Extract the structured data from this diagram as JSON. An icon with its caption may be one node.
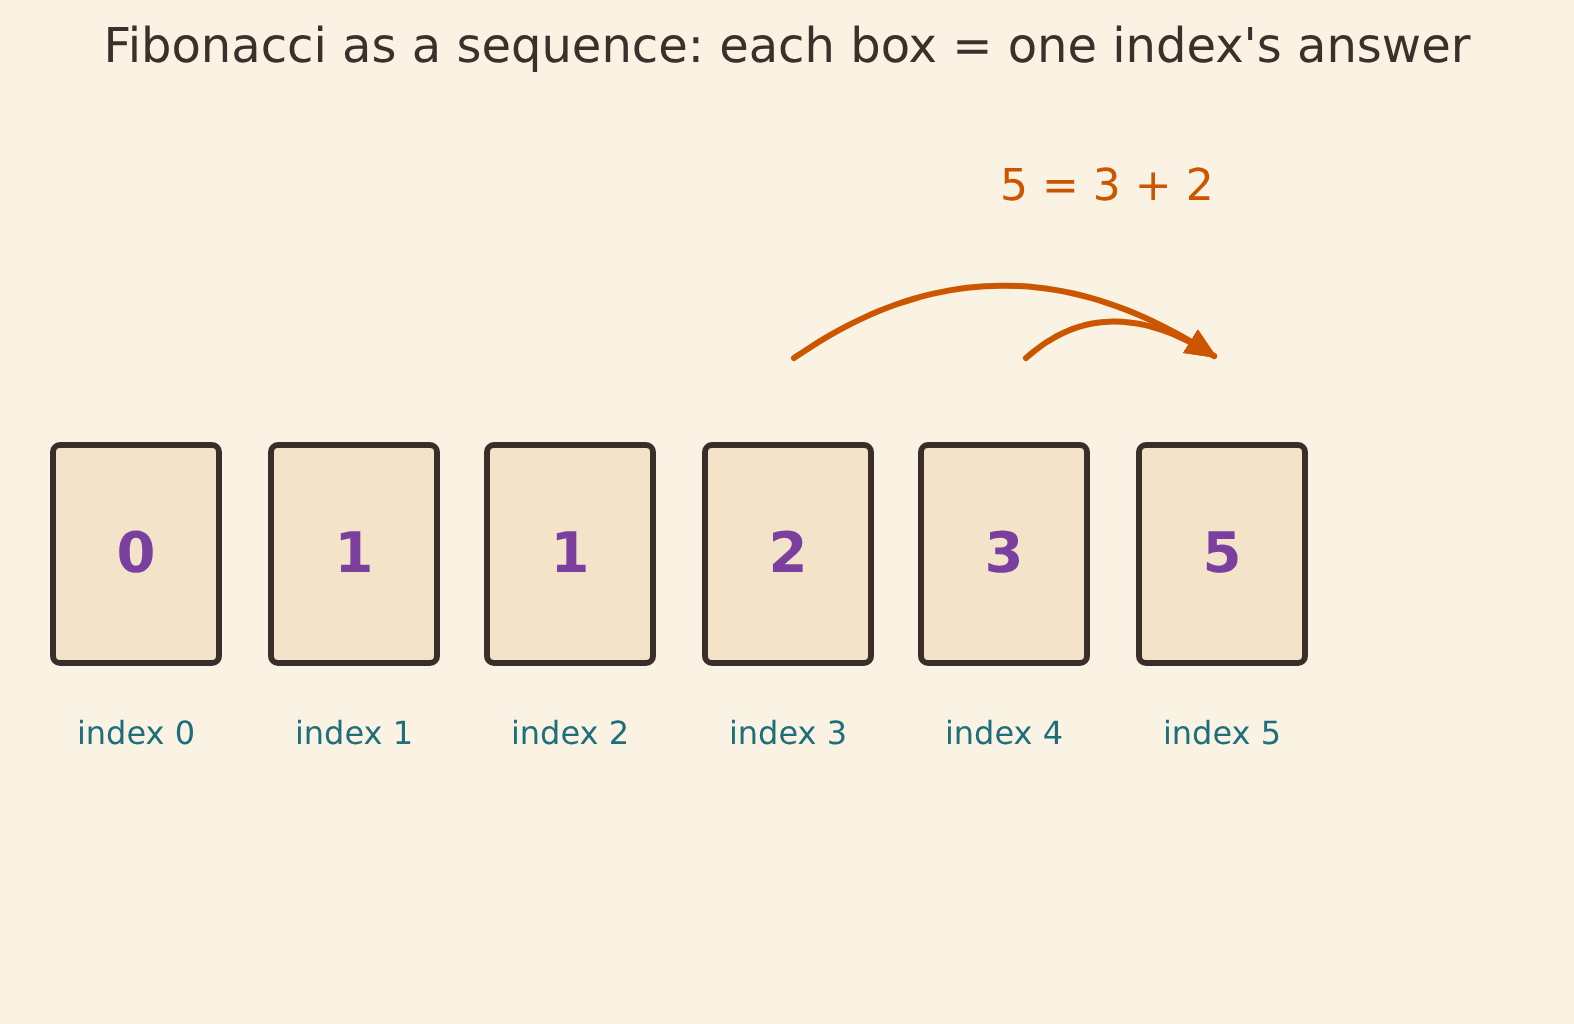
{
  "diagram": {
    "title": "Fibonacci as a sequence: each box = one index's answer",
    "nodes": [
      {
        "text": [
          "0"
        ],
        "beside": [
          "index 0"
        ]
      },
      {
        "text": [
          "1"
        ],
        "beside": [
          "index 1"
        ]
      },
      {
        "text": [
          "1"
        ],
        "beside": [
          "index 2"
        ]
      },
      {
        "text": [
          "2"
        ],
        "beside": [
          "index 3"
        ]
      },
      {
        "text": [
          "3"
        ],
        "beside": [
          "index 4"
        ]
      },
      {
        "text": [
          "5"
        ],
        "beside": [
          "index 5"
        ]
      }
    ],
    "edges": [
      {
        "from": 3,
        "to": 5,
        "arrow": "to"
      },
      {
        "from": 4,
        "to": 5,
        "arrow": "to"
      }
    ],
    "labels": [
      "5 = 3 + 2"
    ]
  }
}
